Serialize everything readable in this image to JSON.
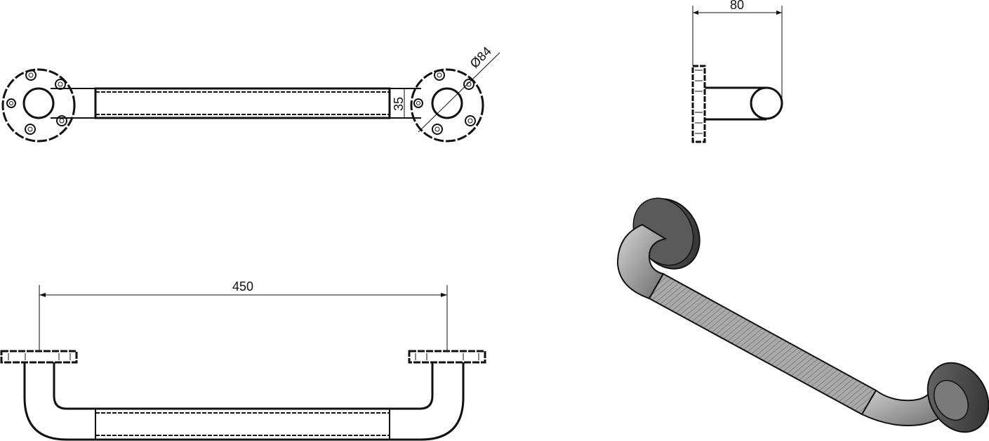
{
  "dimensions": {
    "diameter_label": "Ø84",
    "tube_width_label": "35",
    "depth_label": "80",
    "length_label": "450"
  },
  "colors": {
    "line": "#111111",
    "shade_dark": "#3a3a3a",
    "shade_mid": "#8a8a8a",
    "shade_light": "#c8c8c8"
  }
}
